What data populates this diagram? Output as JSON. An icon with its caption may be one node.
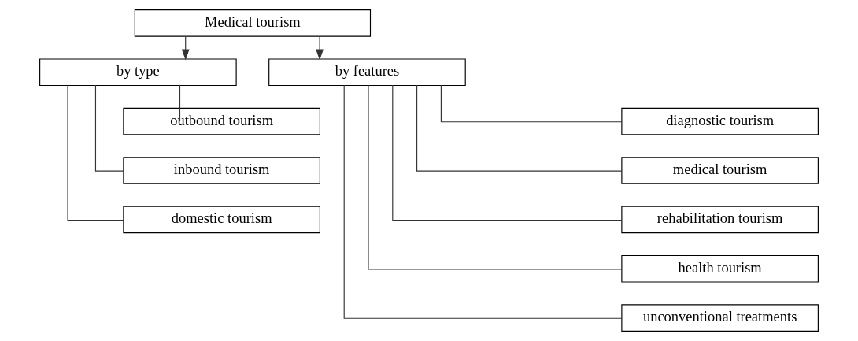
{
  "diagram": {
    "nodes": [
      {
        "text": [
          "Medical tourism"
        ]
      },
      {
        "text": [
          "by type"
        ]
      },
      {
        "text": [
          "outbound tourism"
        ]
      },
      {
        "text": [
          "inbound tourism"
        ]
      },
      {
        "text": [
          "domestic tourism"
        ]
      },
      {
        "text": [
          "by features"
        ]
      },
      {
        "text": [
          "diagnostic tourism"
        ]
      },
      {
        "text": [
          "medical tourism"
        ]
      },
      {
        "text": [
          "rehabilitation tourism"
        ]
      },
      {
        "text": [
          "health tourism"
        ]
      },
      {
        "text": [
          "unconventional treatments"
        ]
      }
    ],
    "edges": [
      {
        "from": 0,
        "to": 1,
        "arrow": "to"
      },
      {
        "from": 0,
        "to": 5,
        "arrow": "to"
      },
      {
        "from": 1,
        "to": 2,
        "arrow": "none"
      },
      {
        "from": 1,
        "to": 3,
        "arrow": "none"
      },
      {
        "from": 1,
        "to": 4,
        "arrow": "none"
      },
      {
        "from": 5,
        "to": 6,
        "arrow": "none"
      },
      {
        "from": 5,
        "to": 7,
        "arrow": "none"
      },
      {
        "from": 5,
        "to": 8,
        "arrow": "none"
      },
      {
        "from": 5,
        "to": 9,
        "arrow": "none"
      },
      {
        "from": 5,
        "to": 10,
        "arrow": "none"
      }
    ]
  }
}
